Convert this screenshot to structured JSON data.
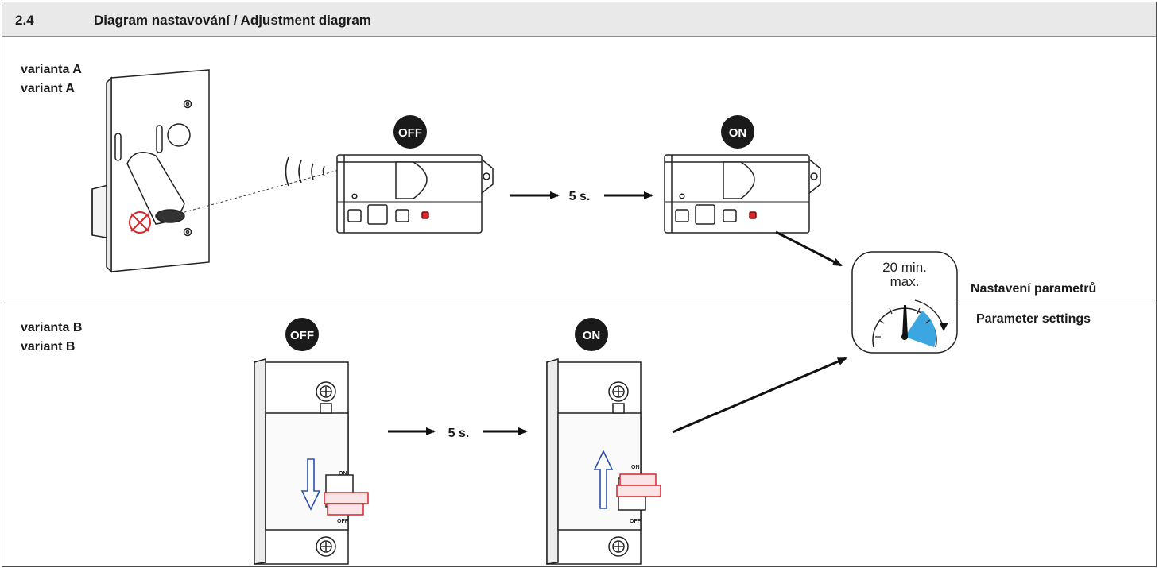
{
  "header": {
    "number": "2.4",
    "title": "Diagram nastavování / Adjustment diagram"
  },
  "variant_a": {
    "label_cz": "varianta A",
    "label_en": "variant A"
  },
  "variant_b": {
    "label_cz": "varianta B",
    "label_en": "variant B"
  },
  "states": {
    "off": "OFF",
    "on": "ON"
  },
  "delay": "5 s.",
  "breaker": {
    "on_mark": "ON",
    "off_mark": "OFF"
  },
  "timer": {
    "line1": "20 min.",
    "line2": "max."
  },
  "parameters": {
    "label_cz": "Nastavení parametrů",
    "label_en": "Parameter settings"
  },
  "colors": {
    "warning_red": "#d8252b",
    "timer_blue": "#3ba6e0",
    "arrow_blue": "#2b4fa8",
    "badge": "#1a1a1a"
  }
}
